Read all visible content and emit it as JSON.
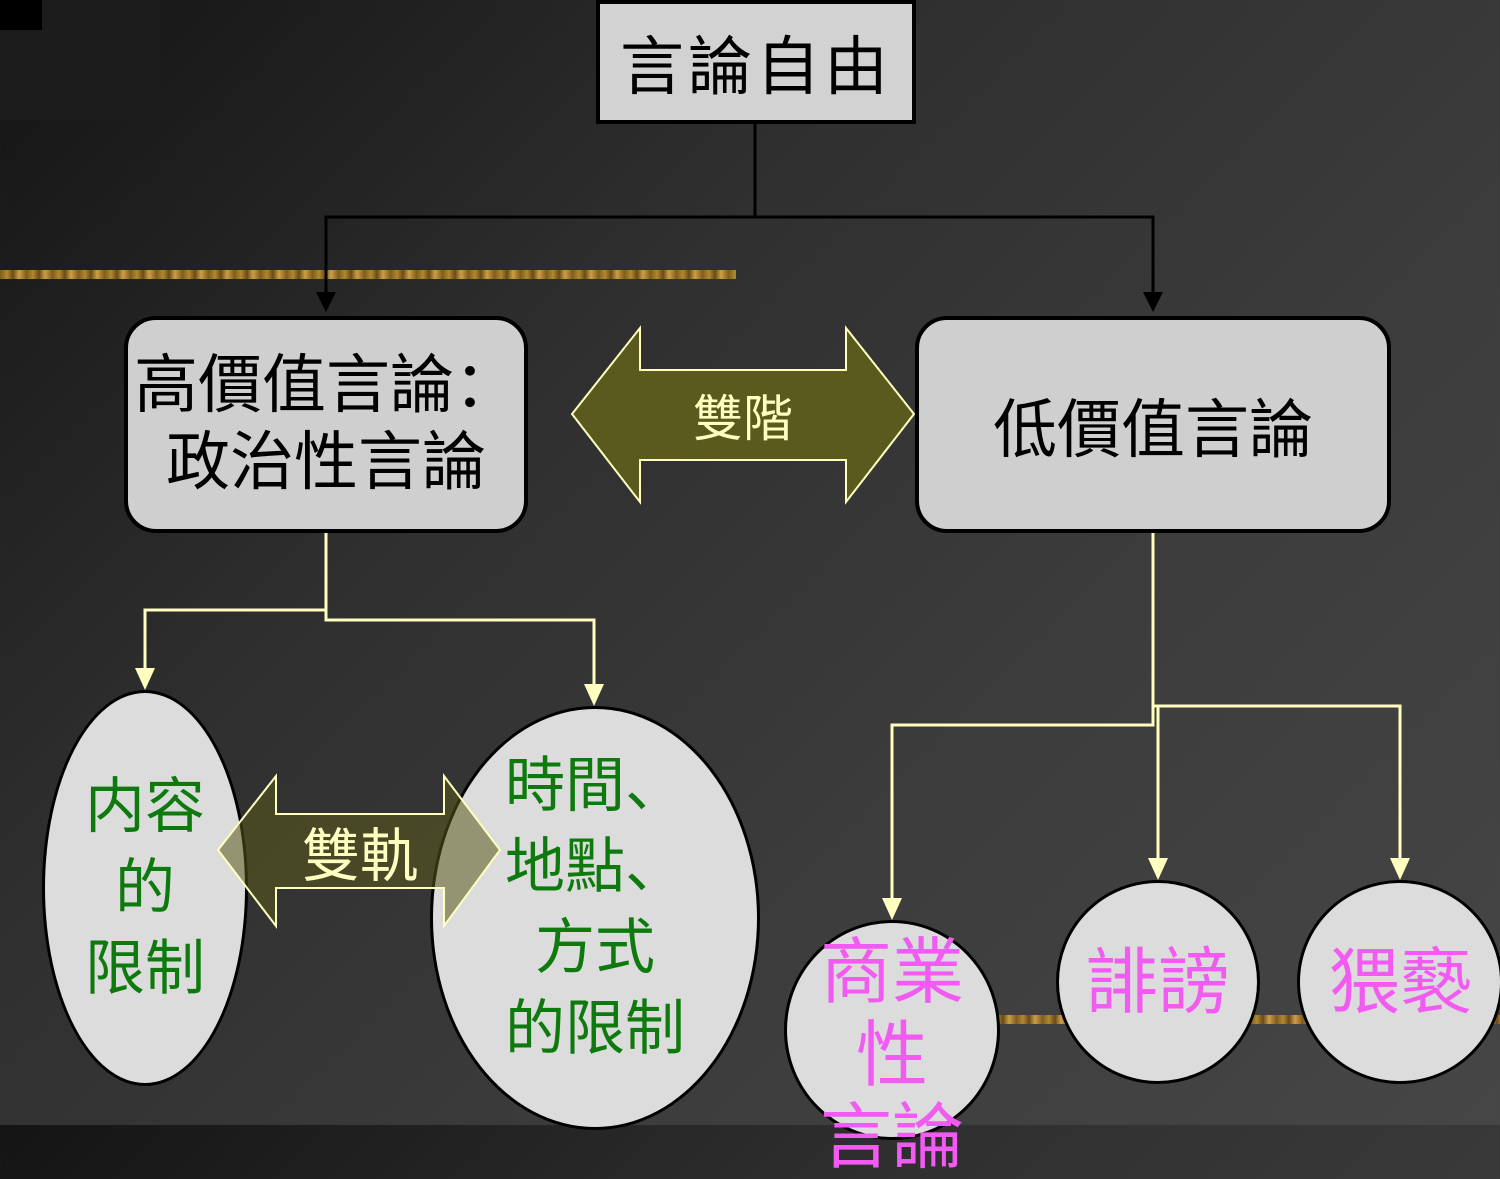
{
  "root": {
    "label": "言論自由"
  },
  "high_value": {
    "line1": "高價值言論：",
    "line2": "政治性言論"
  },
  "low_value": {
    "label": "低價值言論"
  },
  "two_tier": {
    "label": "雙階"
  },
  "two_track": {
    "label": "雙軌"
  },
  "content_restriction": {
    "line1": "内容",
    "line2": "的",
    "line3": "限制"
  },
  "tpm_restriction": {
    "line1": "時間、",
    "line2": "地點、",
    "line3": "方式",
    "line4": "的限制"
  },
  "commercial_speech": {
    "line1": "商業性",
    "line2": "言論"
  },
  "defamation": {
    "label": "誹謗"
  },
  "obscenity": {
    "label": "猥褻"
  },
  "colors": {
    "box_fill": "#cfcfcf",
    "ellipse_fill": "#dcdcdc",
    "green_text": "#0e7a0e",
    "pink_text": "#f25bf2",
    "olive_arrow": "#5a5a1e",
    "light_arrow": "#b4b46e",
    "connector": "#ffffc0"
  }
}
